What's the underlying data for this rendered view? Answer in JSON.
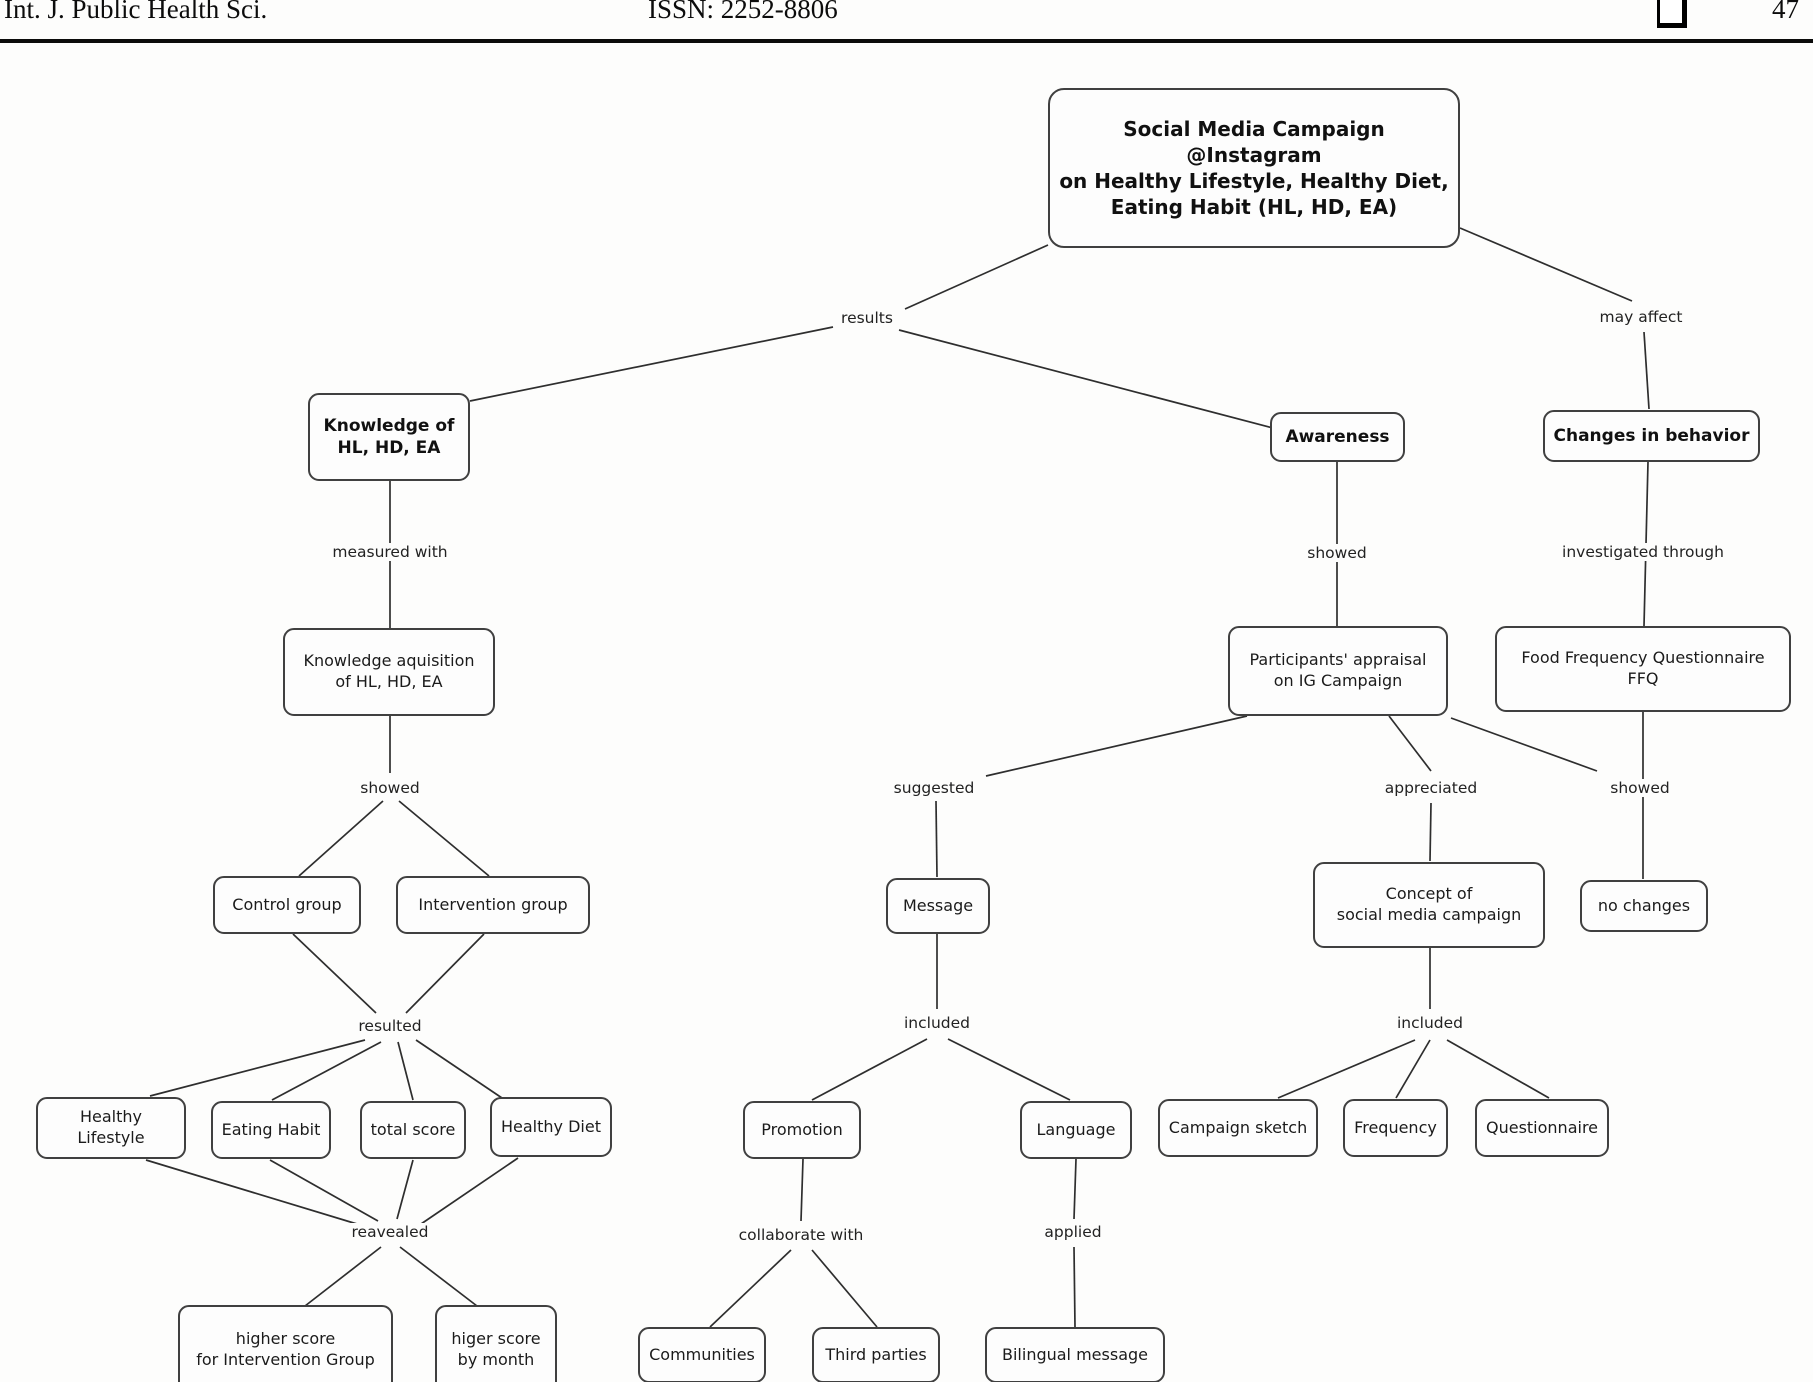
{
  "header": {
    "journal": "Int. J. Public Health Sci.",
    "issn": "ISSN: 2252-8806",
    "page": "47"
  },
  "diagram": {
    "nodes": {
      "root": "Social Media Campaign\n@Instagram\non Healthy Lifestyle, Healthy Diet,\nEating Habit (HL, HD, EA)",
      "knowledge": "Knowledge of\nHL, HD, EA",
      "awareness": "Awareness",
      "changes": "Changes in behavior",
      "acquisition": "Knowledge aquisition\nof HL, HD, EA",
      "appraisal": "Participants' appraisal\non IG Campaign",
      "ffq": "Food Frequency Questionnaire\nFFQ",
      "control": "Control group",
      "intervention": "Intervention group",
      "message": "Message",
      "concept": "Concept of\nsocial media campaign",
      "no_changes": "no changes",
      "healthy_lifestyle": "Healthy Lifestyle",
      "eating_habit": "Eating Habit",
      "total_score": "total score",
      "healthy_diet": "Healthy Diet",
      "promotion": "Promotion",
      "language": "Language",
      "campaign_sketch": "Campaign sketch",
      "frequency": "Frequency",
      "questionnaire": "Questionnaire",
      "higher_score_group": "higher score\nfor Intervention Group",
      "higher_score_month": "higer score\nby month",
      "communities": "Communities",
      "third_parties": "Third parties",
      "bilingual": "Bilingual message"
    },
    "links": {
      "results": "results",
      "may_affect": "may affect",
      "measured_with": "measured with",
      "showed_left": "showed",
      "showed_mid": "showed",
      "investigated_through": "investigated through",
      "suggested": "suggested",
      "appreciated": "appreciated",
      "showed_right": "showed",
      "resulted": "resulted",
      "included_left": "included",
      "included_right": "included",
      "reavealed": "reavealed",
      "collaborate_with": "collaborate with",
      "applied": "applied"
    },
    "relations": [
      {
        "sources": [
          "root"
        ],
        "label": "results",
        "targets": [
          "knowledge",
          "awareness"
        ]
      },
      {
        "sources": [
          "root"
        ],
        "label": "may affect",
        "targets": [
          "changes"
        ]
      },
      {
        "sources": [
          "knowledge"
        ],
        "label": "measured with",
        "targets": [
          "acquisition"
        ]
      },
      {
        "sources": [
          "acquisition"
        ],
        "label": "showed",
        "targets": [
          "control",
          "intervention"
        ]
      },
      {
        "sources": [
          "control",
          "intervention"
        ],
        "label": "resulted",
        "targets": [
          "healthy_lifestyle",
          "eating_habit",
          "total_score",
          "healthy_diet"
        ]
      },
      {
        "sources": [
          "healthy_lifestyle",
          "eating_habit",
          "total_score",
          "healthy_diet"
        ],
        "label": "reavealed",
        "targets": [
          "higher_score_group",
          "higher_score_month"
        ]
      },
      {
        "sources": [
          "awareness"
        ],
        "label": "showed",
        "targets": [
          "appraisal"
        ]
      },
      {
        "sources": [
          "changes"
        ],
        "label": "investigated through",
        "targets": [
          "ffq"
        ]
      },
      {
        "sources": [
          "appraisal"
        ],
        "label": "suggested",
        "targets": [
          "message"
        ]
      },
      {
        "sources": [
          "appraisal"
        ],
        "label": "appreciated",
        "targets": [
          "concept"
        ]
      },
      {
        "sources": [
          "appraisal",
          "ffq"
        ],
        "label": "showed",
        "targets": [
          "no_changes"
        ]
      },
      {
        "sources": [
          "message"
        ],
        "label": "included",
        "targets": [
          "promotion",
          "language"
        ]
      },
      {
        "sources": [
          "promotion"
        ],
        "label": "collaborate with",
        "targets": [
          "communities",
          "third_parties"
        ]
      },
      {
        "sources": [
          "language"
        ],
        "label": "applied",
        "targets": [
          "bilingual"
        ]
      },
      {
        "sources": [
          "concept"
        ],
        "label": "included",
        "targets": [
          "campaign_sketch",
          "frequency",
          "questionnaire"
        ]
      }
    ]
  }
}
